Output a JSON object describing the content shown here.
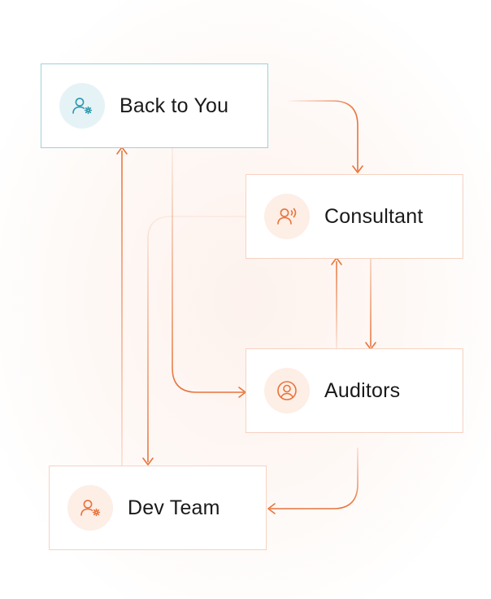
{
  "nodes": {
    "back_to_you": {
      "label": "Back to You",
      "icon": "user-gear-icon"
    },
    "consultant": {
      "label": "Consultant",
      "icon": "user-voice-icon"
    },
    "auditors": {
      "label": "Auditors",
      "icon": "user-circle-icon"
    },
    "dev_team": {
      "label": "Dev Team",
      "icon": "user-gear-icon"
    }
  },
  "colors": {
    "accent": "#e8733a",
    "accent_faded": "#f8c9b0",
    "primary": "#2a97ad",
    "primary_border": "#9ed1da",
    "node_border": "#f6d2c1"
  }
}
